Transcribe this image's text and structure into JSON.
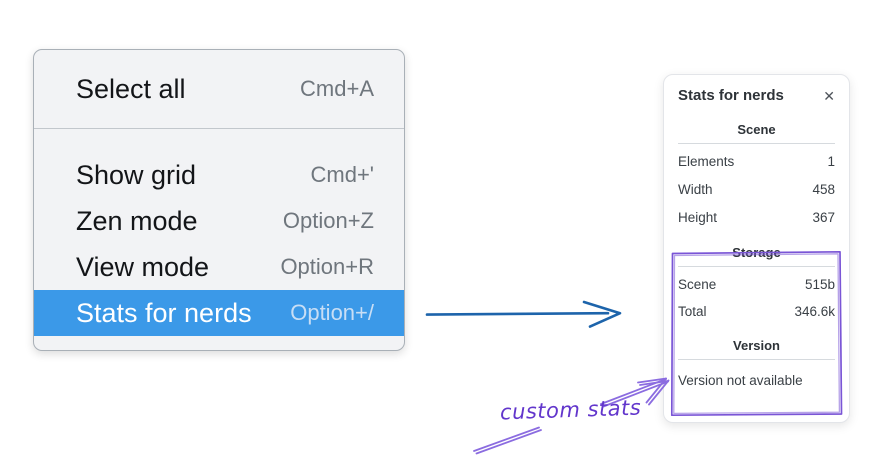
{
  "menu": {
    "sections": [
      {
        "items": [
          {
            "label": "Select all",
            "shortcut": "Cmd+A"
          }
        ]
      },
      {
        "items": [
          {
            "label": "Show grid",
            "shortcut": "Cmd+'"
          },
          {
            "label": "Zen mode",
            "shortcut": "Option+Z"
          },
          {
            "label": "View mode",
            "shortcut": "Option+R"
          },
          {
            "label": "Stats for nerds",
            "shortcut": "Option+/",
            "selected": true
          }
        ]
      }
    ]
  },
  "stats": {
    "title": "Stats for nerds",
    "close_glyph": "✕",
    "sections": [
      {
        "heading": "Scene",
        "rows": [
          {
            "label": "Elements",
            "value": "1"
          },
          {
            "label": "Width",
            "value": "458"
          },
          {
            "label": "Height",
            "value": "367"
          }
        ]
      },
      {
        "heading": "Storage",
        "rows": [
          {
            "label": "Scene",
            "value": "515b"
          },
          {
            "label": "Total",
            "value": "346.6k"
          }
        ]
      },
      {
        "heading": "Version",
        "note": "Version not available"
      }
    ]
  },
  "annotation": {
    "label": "custom stats"
  },
  "colors": {
    "selection_blue": "#3b99e8",
    "flow_arrow_blue": "#1d64ab",
    "sketch_purple": "#7a55d6",
    "annotation_text_purple": "#6236cc",
    "menu_background": "#f2f3f5",
    "panel_background": "#ffffff"
  }
}
